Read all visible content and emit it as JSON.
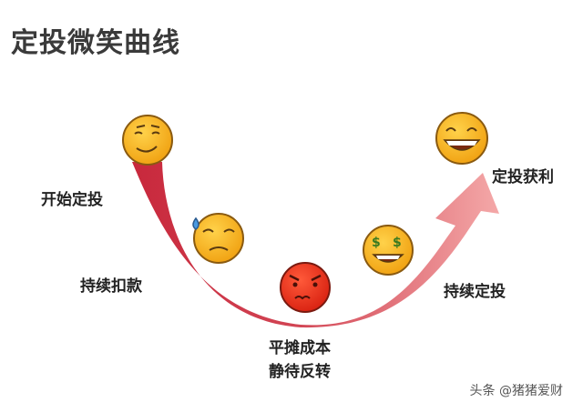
{
  "title": "定投微笑曲线",
  "stages": {
    "start": "开始定投",
    "deduct": "持续扣款",
    "cost_line1": "平摊成本",
    "cost_line2": "静待反转",
    "continue": "持续定投",
    "profit": "定投获利"
  },
  "watermark": "头条 @猪猪爱财",
  "colors": {
    "curve_dark": "#c8283c",
    "curve_light": "#f2a6a6",
    "emoji_yellow": "#f8b51e",
    "emoji_red": "#e8321c"
  }
}
